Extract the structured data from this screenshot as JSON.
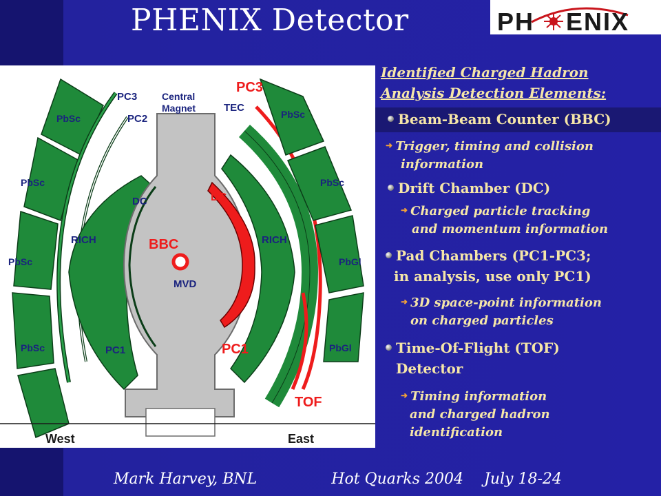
{
  "title": "PHENIX Detector",
  "logo": {
    "text": "PH✳ENIX"
  },
  "diagram": {
    "labels": {
      "pc3_left": "PC3",
      "pc2_left": "PC2",
      "central_magnet": "Central Magnet",
      "central_magnet_line1": "Central",
      "central_magnet_line2": "Magnet",
      "pc3_right": "PC3",
      "tec": "TEC",
      "pbsc_1": "PbSc",
      "pbsc_2": "PbSc",
      "pbsc_3": "PbSc",
      "pbsc_4": "PbSc",
      "pbsc_5": "PbSc",
      "pbsc_6": "PbSc",
      "pbgl_1": "PbGl",
      "pbgl_2": "PbGl",
      "dc_left": "DC",
      "dc_right": "DC",
      "rich_left": "RICH",
      "rich_right": "RICH",
      "bbc": "BBC",
      "mvd": "MVD",
      "pc1_left": "PC1",
      "pc1_right": "PC1",
      "tof": "TOF",
      "west": "West",
      "east": "East"
    }
  },
  "panel": {
    "heading_line1": "Identified Charged Hadron",
    "heading_line2": "Analysis Detection Elements:",
    "items": [
      {
        "title": "Beam-Beam Counter (BBC)",
        "sub_line1": "Trigger, timing and collision",
        "sub_line2": "information"
      },
      {
        "title": "Drift Chamber (DC)",
        "sub_line1": "Charged particle tracking",
        "sub_line2": "and momentum information"
      },
      {
        "title_line1": "Pad Chambers (PC1-PC3;",
        "title_line2": "in analysis, use only PC1)",
        "sub_line1": "3D space-point information",
        "sub_line2": "on charged particles"
      },
      {
        "title_line1": "Time-Of-Flight (TOF)",
        "title_line2": "Detector",
        "sub_line1": "Timing information",
        "sub_line2": "and charged hadron",
        "sub_line3": "identification"
      }
    ]
  },
  "footer": {
    "author": "Mark Harvey, BNL",
    "event": "Hot Quarks 2004",
    "dates": "July 18-24"
  },
  "colors": {
    "background": "#2421a6",
    "text_highlight": "#f5e6a8",
    "detector_green": "#1f8a3a",
    "detector_red": "#ee1c1c",
    "magnet_gray": "#c3c3c3"
  }
}
